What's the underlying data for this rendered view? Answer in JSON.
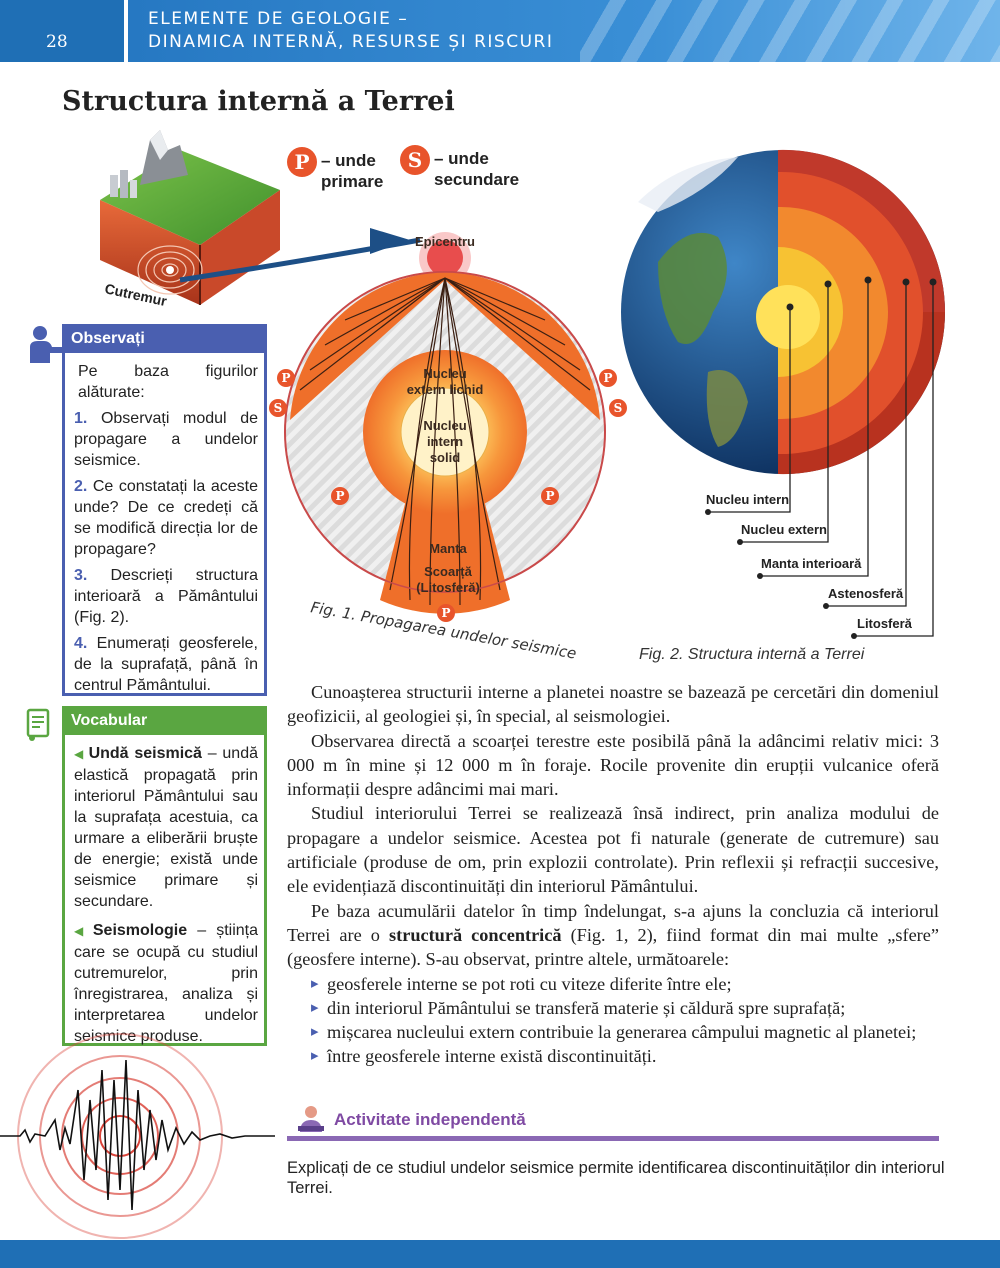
{
  "header": {
    "page_number": "28",
    "title_line1": "ELEMENTE DE GEOLOGIE –",
    "title_line2": "DINAMICA INTERNĂ, RESURSE ȘI RISCURI"
  },
  "page_title": "Structura internă a Terrei",
  "legend": {
    "p_letter": "P",
    "p_text_line1": "– unde",
    "p_text_line2": "primare",
    "s_letter": "S",
    "s_text_line1": "– unde",
    "s_text_line2": "secundare"
  },
  "fig1": {
    "cutremur": "Cutremur",
    "epicentru": "Epicentru",
    "nucleu_extern_l1": "Nucleu",
    "nucleu_extern_l2": "extern lichid",
    "nucleu_intern_l1": "Nucleu",
    "nucleu_intern_l2": "intern",
    "nucleu_intern_l3": "solid",
    "manta": "Manta",
    "scoarta_l1": "Scoarță",
    "scoarta_l2": "(Litosferă)",
    "caption": "Fig. 1. Propagarea undelor seismice"
  },
  "fig2": {
    "labels": [
      "Nucleu intern",
      "Nucleu extern",
      "Manta interioară",
      "Astenosferă",
      "Litosferă"
    ],
    "caption": "Fig. 2. Structura internă a Terrei"
  },
  "observati": {
    "title": "Observați",
    "intro": "Pe baza figurilor alăturate:",
    "items": [
      {
        "num": "1.",
        "text": "Observați modul de propagare a undelor seismice."
      },
      {
        "num": "2.",
        "text": "Ce constatați la aceste unde? De ce credeți că se modifică direcția lor de propagare?"
      },
      {
        "num": "3.",
        "text": "Descrieți structura interioară a Pământului (Fig. 2)."
      },
      {
        "num": "4.",
        "text": "Enumerați geosferele, de la suprafață, până în centrul Pământului."
      }
    ]
  },
  "vocabular": {
    "title": "Vocabular",
    "entries": [
      {
        "term": "Undă seismică",
        "def": " – undă elastică propagată prin interiorul Pământului sau la suprafața acestuia, ca urmare a eliberării bruște de energie; există unde seismice primare și secundare."
      },
      {
        "term": "Seismologie",
        "def": " – știința care se ocupă cu studiul cutremurelor, prin înregistrarea, analiza și interpretarea undelor seismice produse."
      }
    ]
  },
  "body": {
    "p1": "Cunoașterea structurii interne a planetei noastre se bazează pe cercetări din domeniul geofizicii, al geologiei și, în special, al seismologiei.",
    "p2": "Observarea directă a scoarței terestre este posibilă până la adâncimi relativ mici: 3 000 m în mine și 12 000 m în foraje. Rocile provenite din erupții vulcanice oferă informații despre adâncimi mai mari.",
    "p3": "Studiul interiorului Terrei se realizează însă indirect, prin analiza modului de propagare a undelor seismice. Acestea pot fi naturale (generate de cutremure) sau artificiale (produse de om, prin explozii controlate). Prin reflexii și refracții succesive, ele evidențiază discontinuități din interiorul Pământului.",
    "p4_a": "Pe baza acumulării datelor în timp îndelungat, s-a ajuns la concluzia că interiorul Terrei are o ",
    "p4_bold": "structură concentrică",
    "p4_b": " (Fig. 1, 2), fiind format din mai multe „sfere” (geosfere interne). S-au observat, printre altele, următoarele:",
    "bullets": [
      "geosferele interne se pot roti cu viteze diferite între ele;",
      "din interiorul Pământului se transferă materie și căldură spre suprafață;",
      "mișcarea nucleului extern contribuie la generarea câmpului magnetic al planetei;",
      "între geosferele interne există discontinuități."
    ]
  },
  "activity": {
    "title": "Activitate independentă",
    "text": "Explicați de ce studiul undelor seismice permite identificarea discontinuităților din interiorul Terrei."
  },
  "colors": {
    "header_blue": "#1f6fb5",
    "observati_blue": "#4a5fb0",
    "vocabular_green": "#5aa641",
    "activity_purple": "#8a68b4",
    "wave_orange": "#e8542b"
  }
}
